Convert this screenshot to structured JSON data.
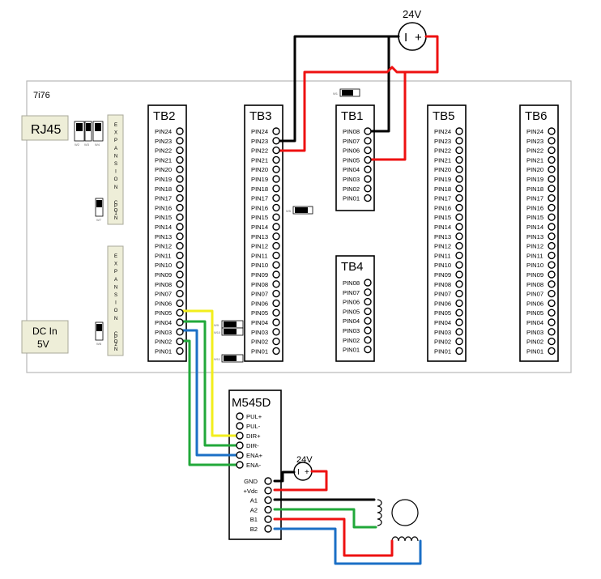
{
  "board_label": "7i76",
  "rj45_label": "RJ45",
  "dc_in": {
    "line1": "DC In",
    "line2": "5V"
  },
  "expansion_label": "EXPANSION CON",
  "expansion_p1": "P1",
  "expansion_p2": "P2",
  "terminal_blocks": {
    "tb2": {
      "title": "TB2",
      "pins": [
        "PIN24",
        "PIN23",
        "PIN22",
        "PIN21",
        "PIN20",
        "PIN19",
        "PIN18",
        "PIN17",
        "PIN16",
        "PIN15",
        "PIN14",
        "PIN13",
        "PIN12",
        "PIN11",
        "PIN10",
        "PIN09",
        "PIN08",
        "PIN07",
        "PIN06",
        "PIN05",
        "PIN04",
        "PIN03",
        "PIN02",
        "PIN01"
      ]
    },
    "tb3": {
      "title": "TB3",
      "pins": [
        "PIN24",
        "PIN23",
        "PIN22",
        "PIN21",
        "PIN20",
        "PIN19",
        "PIN18",
        "PIN17",
        "PIN16",
        "PIN15",
        "PIN14",
        "PIN13",
        "PIN12",
        "PIN11",
        "PIN10",
        "PIN09",
        "PIN08",
        "PIN07",
        "PIN06",
        "PIN05",
        "PIN04",
        "PIN03",
        "PIN02",
        "PIN01"
      ]
    },
    "tb1": {
      "title": "TB1",
      "pins": [
        "PIN08",
        "PIN07",
        "PIN06",
        "PIN05",
        "PIN04",
        "PIN03",
        "PIN02",
        "PIN01"
      ]
    },
    "tb4": {
      "title": "TB4",
      "pins": [
        "PIN08",
        "PIN07",
        "PIN06",
        "PIN05",
        "PIN04",
        "PIN03",
        "PIN02",
        "PIN01"
      ]
    },
    "tb5": {
      "title": "TB5",
      "pins": [
        "PIN24",
        "PIN23",
        "PIN22",
        "PIN21",
        "PIN20",
        "PIN19",
        "PIN18",
        "PIN17",
        "PIN16",
        "PIN15",
        "PIN14",
        "PIN13",
        "PIN12",
        "PIN11",
        "PIN10",
        "PIN09",
        "PIN08",
        "PIN07",
        "PIN06",
        "PIN05",
        "PIN04",
        "PIN03",
        "PIN02",
        "PIN01"
      ]
    },
    "tb6": {
      "title": "TB6",
      "pins": [
        "PIN24",
        "PIN23",
        "PIN22",
        "PIN21",
        "PIN20",
        "PIN19",
        "PIN18",
        "PIN17",
        "PIN16",
        "PIN15",
        "PIN14",
        "PIN13",
        "PIN12",
        "PIN11",
        "PIN10",
        "PIN09",
        "PIN08",
        "PIN07",
        "PIN06",
        "PIN05",
        "PIN04",
        "PIN03",
        "PIN02",
        "PIN01"
      ]
    }
  },
  "driver": {
    "title": "M545D",
    "signal_pins": [
      "PUL+",
      "PUL-",
      "DIR+",
      "DIR-",
      "ENA+",
      "ENA-"
    ],
    "power_pins": [
      "GND",
      "+Vdc",
      "A1",
      "A2",
      "B1",
      "B2"
    ]
  },
  "supply_top": {
    "label": "24V",
    "minus": "I",
    "plus": "+"
  },
  "supply_driver": {
    "label": "24V",
    "minus": "I",
    "plus": "+"
  },
  "jumper_labels": [
    "W1",
    "W2",
    "W3",
    "W4",
    "W5",
    "W6",
    "W7",
    "W8",
    "W9",
    "W10",
    "W11"
  ],
  "colors": {
    "black": "#000000",
    "red": "#ee1111",
    "yellow": "#f2ee1c",
    "green": "#21a83a",
    "blue": "#1b6fc6"
  }
}
